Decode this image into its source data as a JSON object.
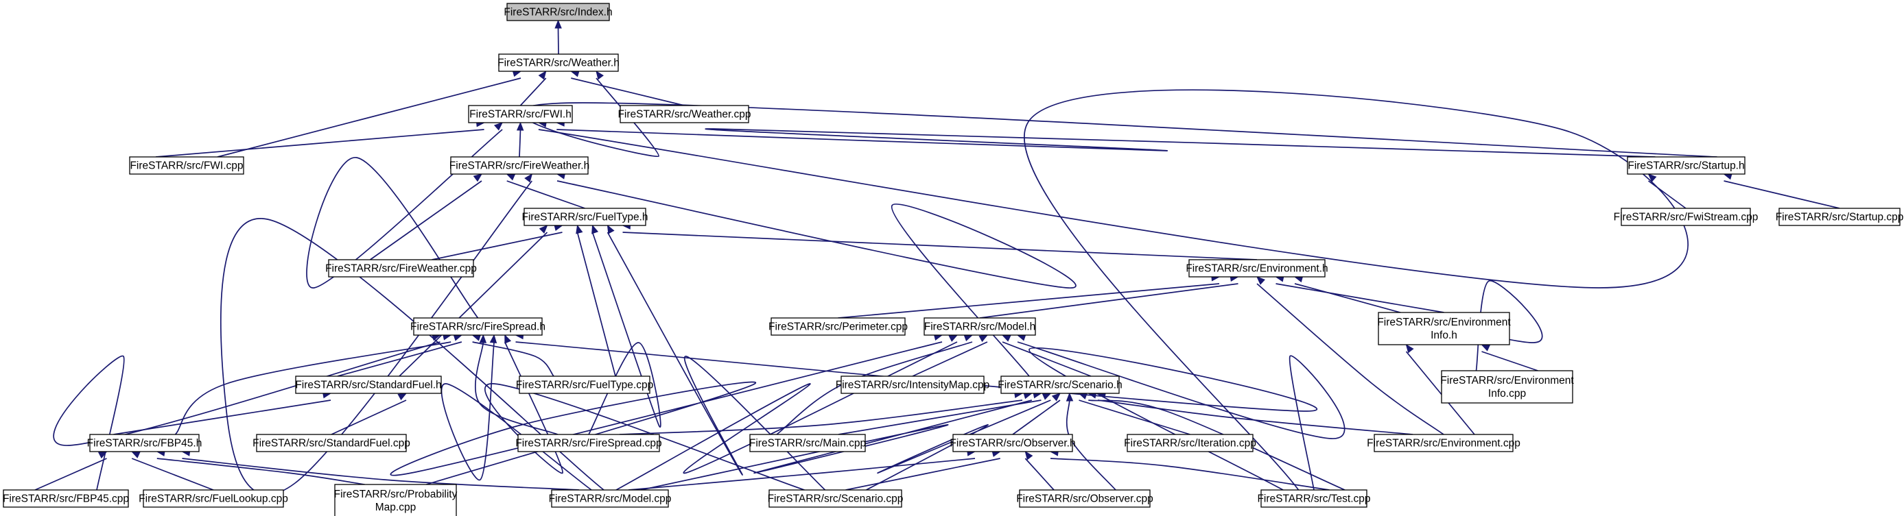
{
  "diagram": {
    "type": "include-dependency-graph",
    "colors": {
      "edge": "#191970",
      "root_fill": "#bfbfbf",
      "node_fill": "#ffffff",
      "node_border": "#000000"
    },
    "nodes": [
      {
        "id": "index",
        "lines": [
          "FireSTARR/src/Index.h"
        ],
        "root": true
      },
      {
        "id": "weather_h",
        "lines": [
          "FireSTARR/src/Weather.h"
        ]
      },
      {
        "id": "fwi_h",
        "lines": [
          "FireSTARR/src/FWI.h"
        ]
      },
      {
        "id": "weather_cpp",
        "lines": [
          "FireSTARR/src/Weather.cpp"
        ]
      },
      {
        "id": "fwi_cpp",
        "lines": [
          "FireSTARR/src/FWI.cpp"
        ]
      },
      {
        "id": "fireweather_h",
        "lines": [
          "FireSTARR/src/FireWeather.h"
        ]
      },
      {
        "id": "startup_h",
        "lines": [
          "FireSTARR/src/Startup.h"
        ]
      },
      {
        "id": "fueltype_h",
        "lines": [
          "FireSTARR/src/FuelType.h"
        ]
      },
      {
        "id": "fwistream_cpp",
        "lines": [
          "FireSTARR/src/FwiStream.cpp"
        ]
      },
      {
        "id": "startup_cpp",
        "lines": [
          "FireSTARR/src/Startup.cpp"
        ]
      },
      {
        "id": "fireweather_cpp",
        "lines": [
          "FireSTARR/src/FireWeather.cpp"
        ]
      },
      {
        "id": "environment_h",
        "lines": [
          "FireSTARR/src/Environment.h"
        ]
      },
      {
        "id": "firespread_h",
        "lines": [
          "FireSTARR/src/FireSpread.h"
        ]
      },
      {
        "id": "perimeter_cpp",
        "lines": [
          "FireSTARR/src/Perimeter.cpp"
        ]
      },
      {
        "id": "model_h",
        "lines": [
          "FireSTARR/src/Model.h"
        ]
      },
      {
        "id": "envinfo_h",
        "lines": [
          "FireSTARR/src/Environment",
          "Info.h"
        ]
      },
      {
        "id": "standardfuel_h",
        "lines": [
          "FireSTARR/src/StandardFuel.h"
        ]
      },
      {
        "id": "fueltype_cpp",
        "lines": [
          "FireSTARR/src/FuelType.cpp"
        ]
      },
      {
        "id": "intensitymap_cpp",
        "lines": [
          "FireSTARR/src/IntensityMap.cpp"
        ]
      },
      {
        "id": "scenario_h",
        "lines": [
          "FireSTARR/src/Scenario.h"
        ]
      },
      {
        "id": "envinfo_cpp",
        "lines": [
          "FireSTARR/src/Environment",
          "Info.cpp"
        ]
      },
      {
        "id": "fbp45_h",
        "lines": [
          "FireSTARR/src/FBP45.h"
        ]
      },
      {
        "id": "standardfuel_cpp",
        "lines": [
          "FireSTARR/src/StandardFuel.cpp"
        ]
      },
      {
        "id": "firespread_cpp",
        "lines": [
          "FireSTARR/src/FireSpread.cpp"
        ]
      },
      {
        "id": "main_cpp",
        "lines": [
          "FireSTARR/src/Main.cpp"
        ]
      },
      {
        "id": "observer_h",
        "lines": [
          "FireSTARR/src/Observer.h"
        ]
      },
      {
        "id": "iteration_cpp",
        "lines": [
          "FireSTARR/src/Iteration.cpp"
        ]
      },
      {
        "id": "environment_cpp",
        "lines": [
          "FireSTARR/src/Environment.cpp"
        ]
      },
      {
        "id": "fbp45_cpp",
        "lines": [
          "FireSTARR/src/FBP45.cpp"
        ]
      },
      {
        "id": "fuellookup_cpp",
        "lines": [
          "FireSTARR/src/FuelLookup.cpp"
        ]
      },
      {
        "id": "probmap_cpp",
        "lines": [
          "FireSTARR/src/Probability",
          "Map.cpp"
        ]
      },
      {
        "id": "model_cpp",
        "lines": [
          "FireSTARR/src/Model.cpp"
        ]
      },
      {
        "id": "scenario_cpp",
        "lines": [
          "FireSTARR/src/Scenario.cpp"
        ]
      },
      {
        "id": "observer_cpp",
        "lines": [
          "FireSTARR/src/Observer.cpp"
        ]
      },
      {
        "id": "test_cpp",
        "lines": [
          "FireSTARR/src/Test.cpp"
        ]
      }
    ],
    "edges": [
      [
        "weather_h",
        "index"
      ],
      [
        "fwi_h",
        "weather_h"
      ],
      [
        "weather_cpp",
        "weather_h"
      ],
      [
        "fwi_cpp",
        "weather_h"
      ],
      [
        "startup_h",
        "weather_h"
      ],
      [
        "fwi_cpp",
        "fwi_h"
      ],
      [
        "fireweather_h",
        "fwi_h"
      ],
      [
        "startup_h",
        "fwi_h"
      ],
      [
        "firespread_h",
        "fwi_h"
      ],
      [
        "test_cpp",
        "fwi_h"
      ],
      [
        "fwistream_cpp",
        "startup_h"
      ],
      [
        "startup_cpp",
        "startup_h"
      ],
      [
        "fueltype_h",
        "fireweather_h"
      ],
      [
        "fireweather_cpp",
        "fireweather_h"
      ],
      [
        "scenario_h",
        "fireweather_h"
      ],
      [
        "model_cpp",
        "fireweather_h"
      ],
      [
        "fireweather_cpp",
        "fueltype_h"
      ],
      [
        "environment_h",
        "fueltype_h"
      ],
      [
        "standardfuel_h",
        "fueltype_h"
      ],
      [
        "fueltype_cpp",
        "fueltype_h"
      ],
      [
        "firespread_cpp",
        "fueltype_h"
      ],
      [
        "scenario_cpp",
        "fueltype_h"
      ],
      [
        "perimeter_cpp",
        "environment_h"
      ],
      [
        "model_h",
        "environment_h"
      ],
      [
        "envinfo_h",
        "environment_h"
      ],
      [
        "envinfo_cpp",
        "environment_h"
      ],
      [
        "environment_cpp",
        "environment_h"
      ],
      [
        "envinfo_cpp",
        "envinfo_h"
      ],
      [
        "environment_cpp",
        "envinfo_h"
      ],
      [
        "standardfuel_h",
        "firespread_h"
      ],
      [
        "fueltype_cpp",
        "firespread_h"
      ],
      [
        "fbp45_h",
        "firespread_h"
      ],
      [
        "fbp45_cpp",
        "firespread_h"
      ],
      [
        "firespread_cpp",
        "firespread_h"
      ],
      [
        "model_cpp",
        "firespread_h"
      ],
      [
        "scenario_cpp",
        "firespread_h"
      ],
      [
        "test_cpp",
        "firespread_h"
      ],
      [
        "intensitymap_cpp",
        "model_h"
      ],
      [
        "scenario_h",
        "model_h"
      ],
      [
        "main_cpp",
        "model_h"
      ],
      [
        "probmap_cpp",
        "model_h"
      ],
      [
        "model_cpp",
        "model_h"
      ],
      [
        "test_cpp",
        "model_h"
      ],
      [
        "fbp45_h",
        "standardfuel_h"
      ],
      [
        "standardfuel_cpp",
        "standardfuel_h"
      ],
      [
        "firespread_cpp",
        "scenario_h"
      ],
      [
        "main_cpp",
        "scenario_h"
      ],
      [
        "observer_h",
        "scenario_h"
      ],
      [
        "iteration_cpp",
        "scenario_h"
      ],
      [
        "environment_cpp",
        "scenario_h"
      ],
      [
        "model_cpp",
        "scenario_h"
      ],
      [
        "scenario_cpp",
        "scenario_h"
      ],
      [
        "observer_cpp",
        "scenario_h"
      ],
      [
        "test_cpp",
        "scenario_h"
      ],
      [
        "fbp45_cpp",
        "fbp45_h"
      ],
      [
        "fuellookup_cpp",
        "fbp45_h"
      ],
      [
        "probmap_cpp",
        "fbp45_h"
      ],
      [
        "model_cpp",
        "fbp45_h"
      ],
      [
        "model_cpp",
        "observer_h"
      ],
      [
        "scenario_cpp",
        "observer_h"
      ],
      [
        "observer_cpp",
        "observer_h"
      ],
      [
        "test_cpp",
        "observer_h"
      ]
    ]
  }
}
